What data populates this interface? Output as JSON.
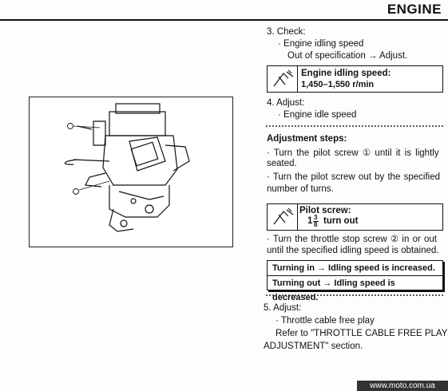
{
  "header": {
    "title": "ENGINE"
  },
  "step3": {
    "title": "3. Check:",
    "bullet": "· Engine idling speed",
    "note": "Out of specification → Adjust."
  },
  "spec_idle": {
    "title": "Engine idling speed:",
    "value": "1,450–1,550 r/min",
    "icon": "tools-spec-icon"
  },
  "step4": {
    "title": "4. Adjust:",
    "bullet": "· Engine idle speed"
  },
  "adjustment": {
    "heading": "Adjustment steps:",
    "line1": "· Turn the pilot screw ① until it is lightly",
    "line1b": "seated.",
    "line2": "· Turn the pilot screw out by the specified",
    "line2b": "number of turns."
  },
  "spec_pilot": {
    "title": "Pilot screw:",
    "value_whole": "1",
    "value_num": "3",
    "value_den": "8",
    "value_unit": "turn out",
    "icon": "tools-spec-icon"
  },
  "throttle": {
    "line1": "· Turn the throttle stop screw ② in or out",
    "line2": "until the specified idling speed is obtained."
  },
  "table": {
    "row1": "Turning in → Idling speed is increased.",
    "row2": "Turning out → Idling speed is decreased."
  },
  "step5": {
    "title": "5. Adjust:",
    "bullet": "· Throttle cable free play",
    "ref1": "Refer to \"THROTTLE CABLE FREE PLAY",
    "ref2": "ADJUSTMENT\" section."
  },
  "figure": {
    "callout1": "①",
    "callout2": "②"
  },
  "footer": {
    "text": "www.moto.com.ua"
  }
}
